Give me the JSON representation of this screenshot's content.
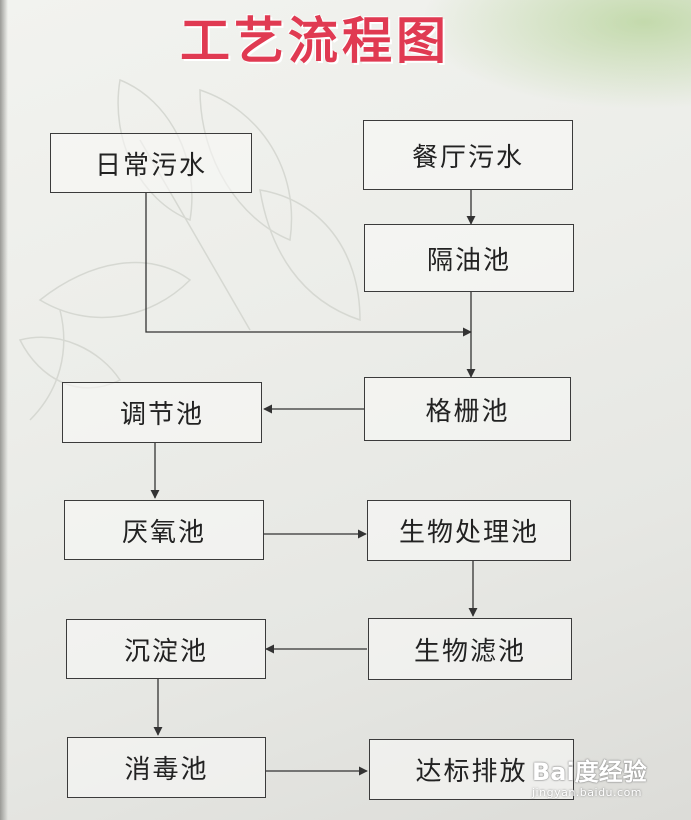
{
  "title": "工艺流程图",
  "nodes": {
    "daily_sewage": "日常污水",
    "restaurant_sewage": "餐厅污水",
    "grease_trap": "隔油池",
    "grid_tank": "格栅池",
    "regulating_tank": "调节池",
    "anaerobic_tank": "厌氧池",
    "bio_treatment_tank": "生物处理池",
    "bio_filter_tank": "生物滤池",
    "settling_tank": "沉淀池",
    "disinfection_tank": "消毒池",
    "discharge": "达标排放"
  },
  "edges": [
    [
      "restaurant_sewage",
      "grease_trap"
    ],
    [
      "daily_sewage",
      "grid_tank"
    ],
    [
      "grease_trap",
      "grid_tank"
    ],
    [
      "grid_tank",
      "regulating_tank"
    ],
    [
      "regulating_tank",
      "anaerobic_tank"
    ],
    [
      "anaerobic_tank",
      "bio_treatment_tank"
    ],
    [
      "bio_treatment_tank",
      "bio_filter_tank"
    ],
    [
      "bio_filter_tank",
      "settling_tank"
    ],
    [
      "settling_tank",
      "disinfection_tank"
    ],
    [
      "disinfection_tank",
      "discharge"
    ]
  ],
  "watermark": {
    "logo": "Bai度经验",
    "url": "jingyan.baidu.com"
  }
}
